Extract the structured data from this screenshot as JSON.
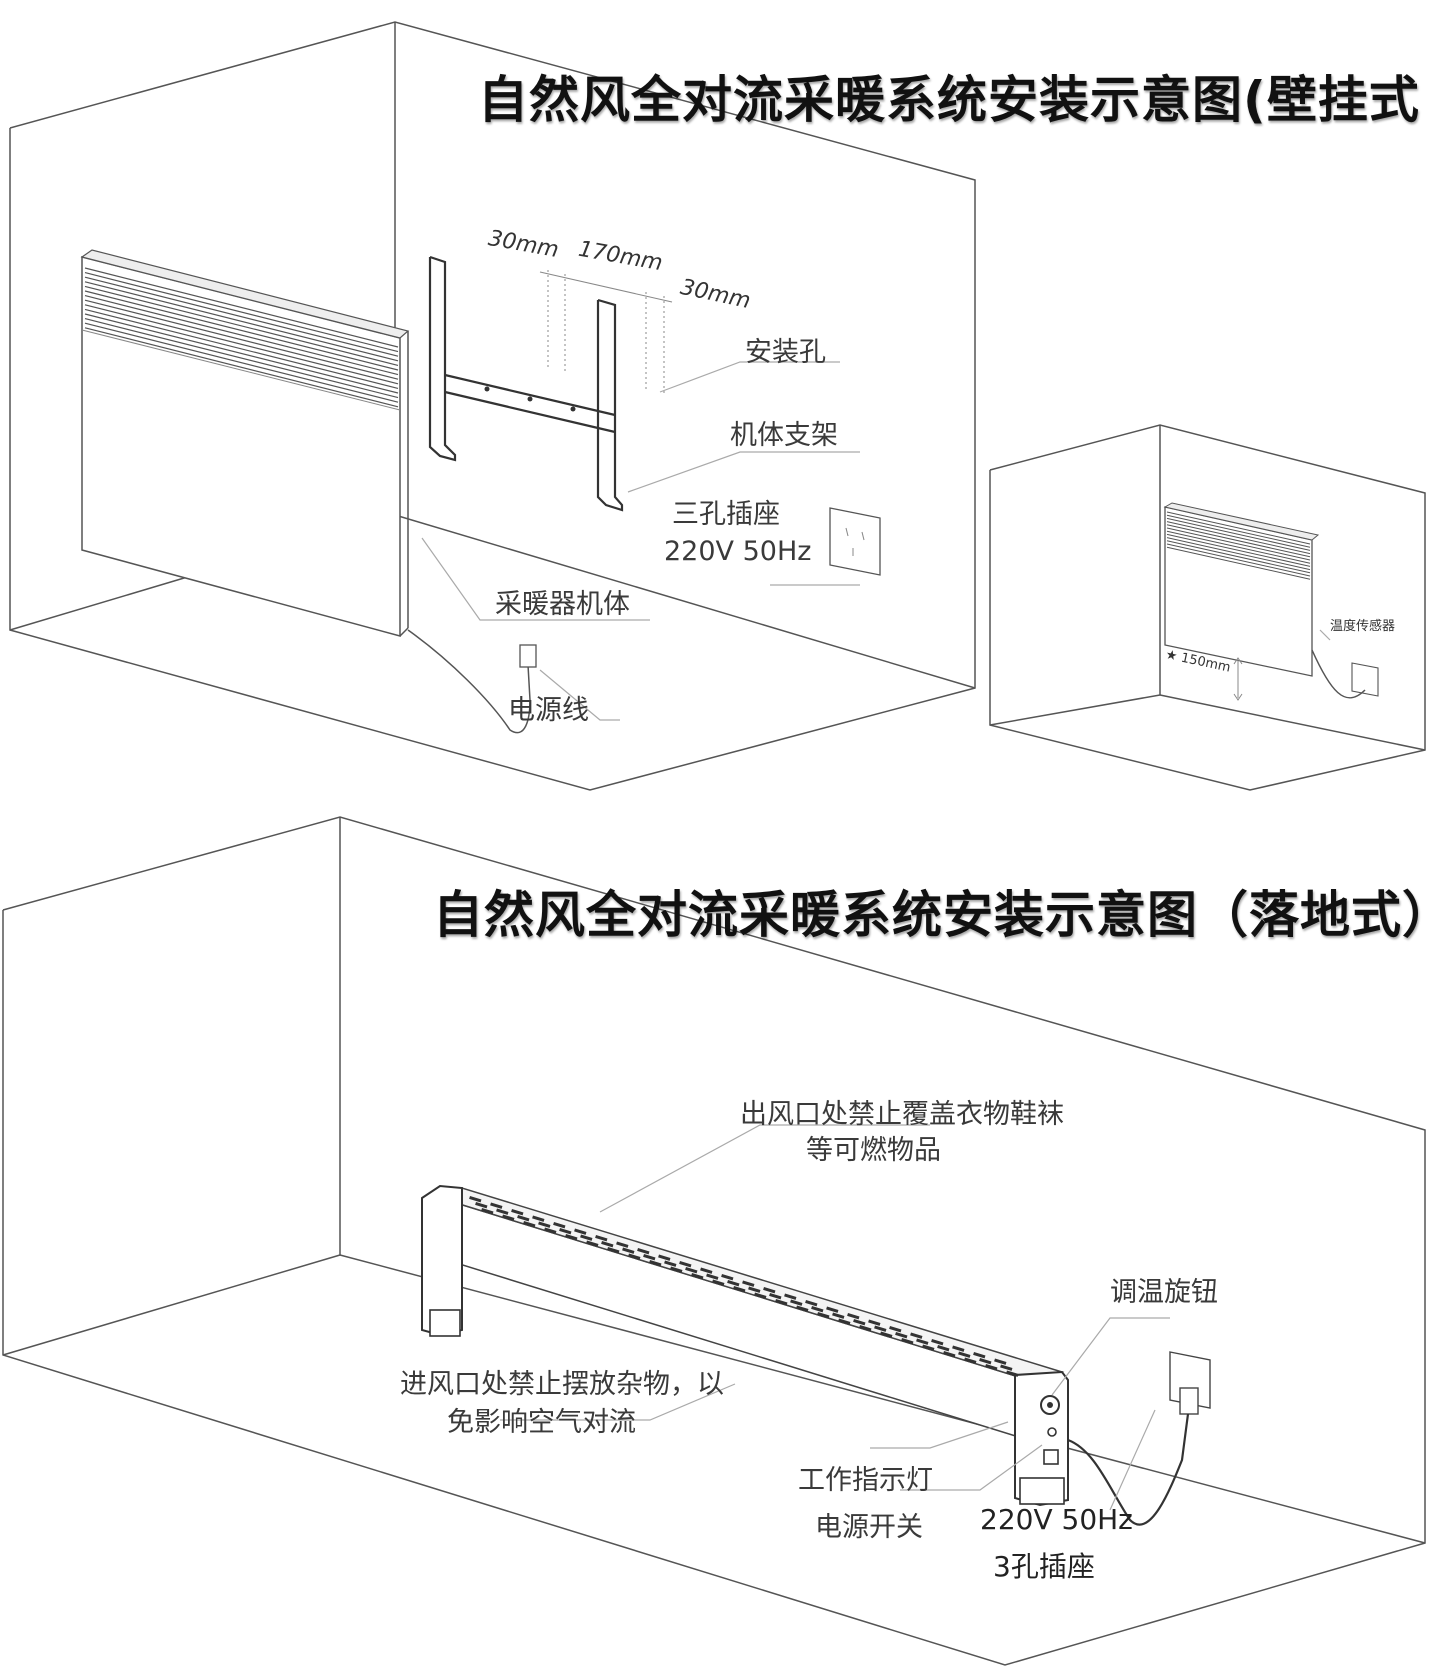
{
  "wall_diagram": {
    "title": "自然风全对流采暖系统安装示意图(壁挂式 )",
    "dims": {
      "left": "30mm",
      "middle": "170mm",
      "right": "30mm"
    },
    "labels": {
      "mount_holes": "安装孔",
      "bracket": "机体支架",
      "socket": "三孔插座",
      "socket_spec": "220V 50Hz",
      "heater_body": "采暖器机体",
      "power_cord": "电源线"
    }
  },
  "inset_diagram": {
    "sensor_label": "温度传感器",
    "height_label": "★ 150mm"
  },
  "floor_diagram": {
    "title": "自然风全对流采暖系统安装示意图（落地式）",
    "labels": {
      "outlet_warning_1": "出风口处禁止覆盖衣物鞋袜",
      "outlet_warning_2": "等可燃物品",
      "knob": "调温旋钮",
      "inlet_warning_1": "进风口处禁止摆放杂物，以",
      "inlet_warning_2": "免影响空气对流",
      "indicator": "工作指示灯",
      "power_switch": "电源开关",
      "socket_spec": "220V 50Hz",
      "socket": "3孔插座"
    }
  }
}
